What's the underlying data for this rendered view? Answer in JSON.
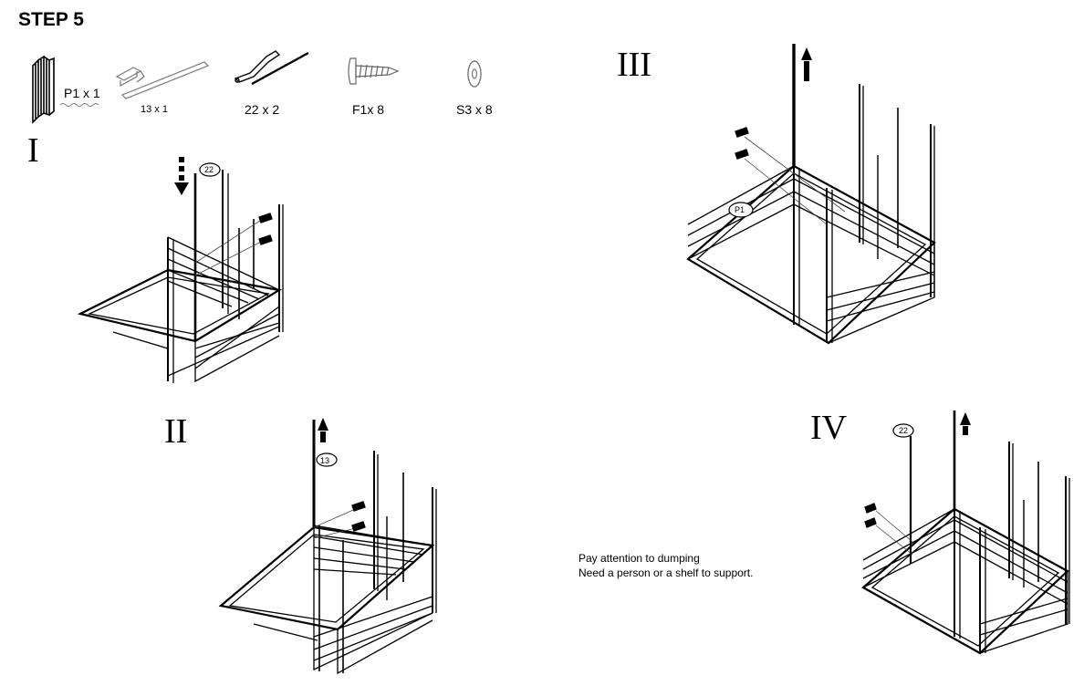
{
  "title": "STEP 5",
  "parts": [
    {
      "label": "P1 x 1",
      "icon": "wall-panel-icon"
    },
    {
      "label": "13 x 1",
      "icon": "corner-post-icon"
    },
    {
      "label": "22 x 2",
      "icon": "rail-bar-icon"
    },
    {
      "label": "F1x 8",
      "icon": "screw-icon"
    },
    {
      "label": "S3 x 8",
      "icon": "washer-icon"
    }
  ],
  "panels": [
    {
      "numeral": "I",
      "callout": "22"
    },
    {
      "numeral": "II",
      "callout": "13"
    },
    {
      "numeral": "III",
      "callout": "P1"
    },
    {
      "numeral": "IV",
      "callout": "22"
    }
  ],
  "note": {
    "line1": "Pay attention to dumping",
    "line2": "Need a person or a shelf to support."
  }
}
